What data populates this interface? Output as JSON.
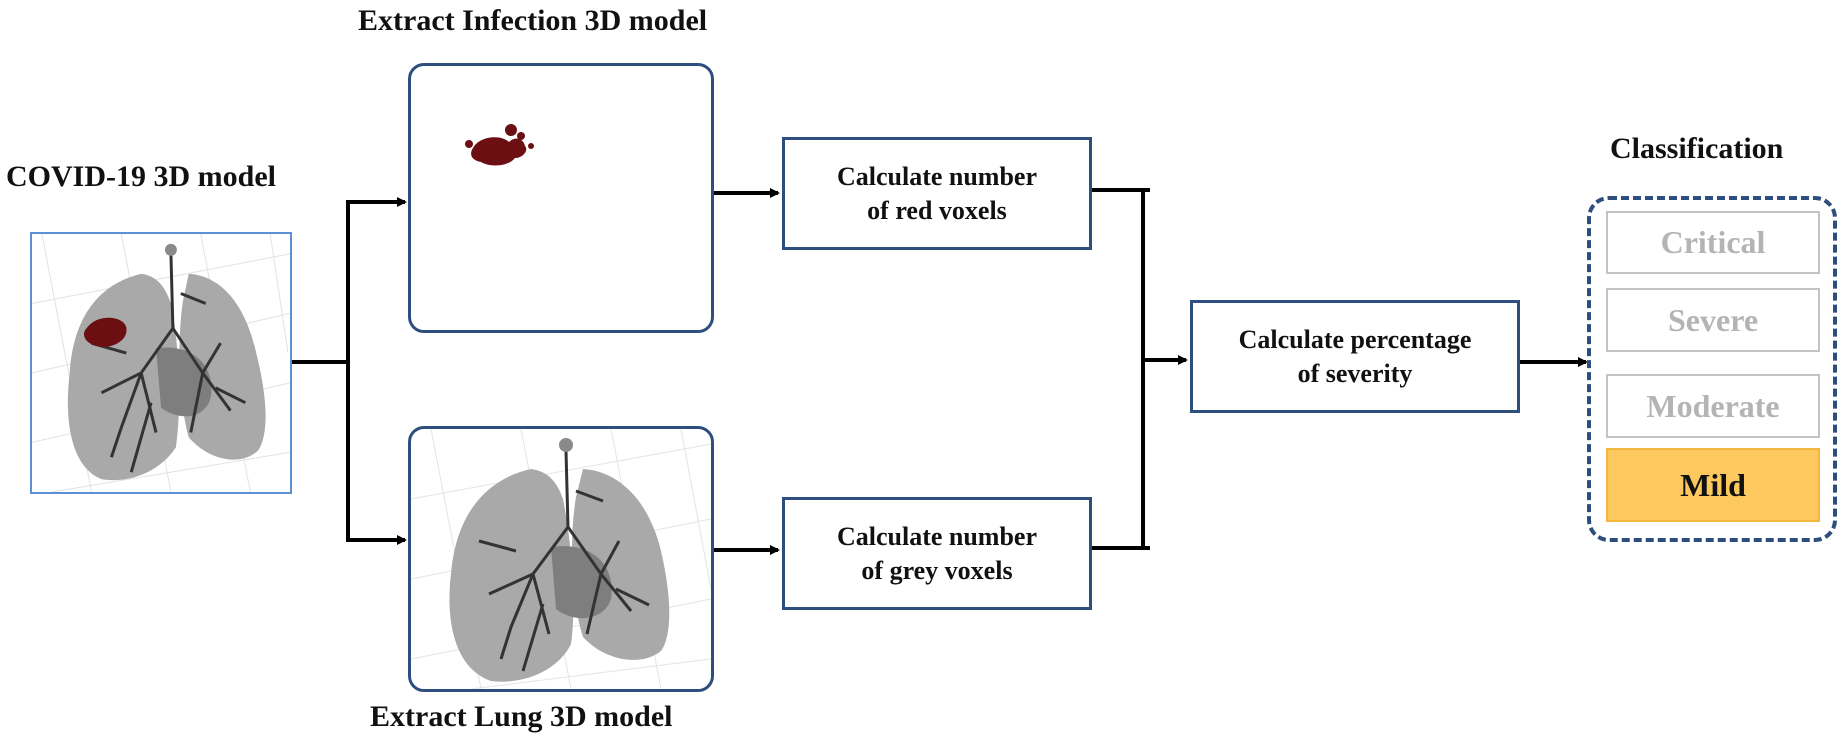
{
  "labels": {
    "input_title": "COVID-19 3D model",
    "infection_title": "Extract Infection 3D model",
    "lung_title": "Extract Lung 3D model",
    "classification_title": "Classification"
  },
  "steps": {
    "red_voxels": [
      "Calculate number",
      "of red voxels"
    ],
    "grey_voxels": [
      "Calculate number",
      "of grey voxels"
    ],
    "severity": [
      "Calculate percentage",
      "of severity"
    ]
  },
  "classification": {
    "levels": [
      "Critical",
      "Severe",
      "Moderate",
      "Mild"
    ],
    "selected": "Mild"
  },
  "colors": {
    "box_border": "#2e4e7e",
    "input_border": "#5b8fd6",
    "selected_fill": "#fdc95f",
    "inactive_text": "#b4b4b4",
    "infection": "#6b0f12",
    "lung": "#a9a9a9"
  }
}
